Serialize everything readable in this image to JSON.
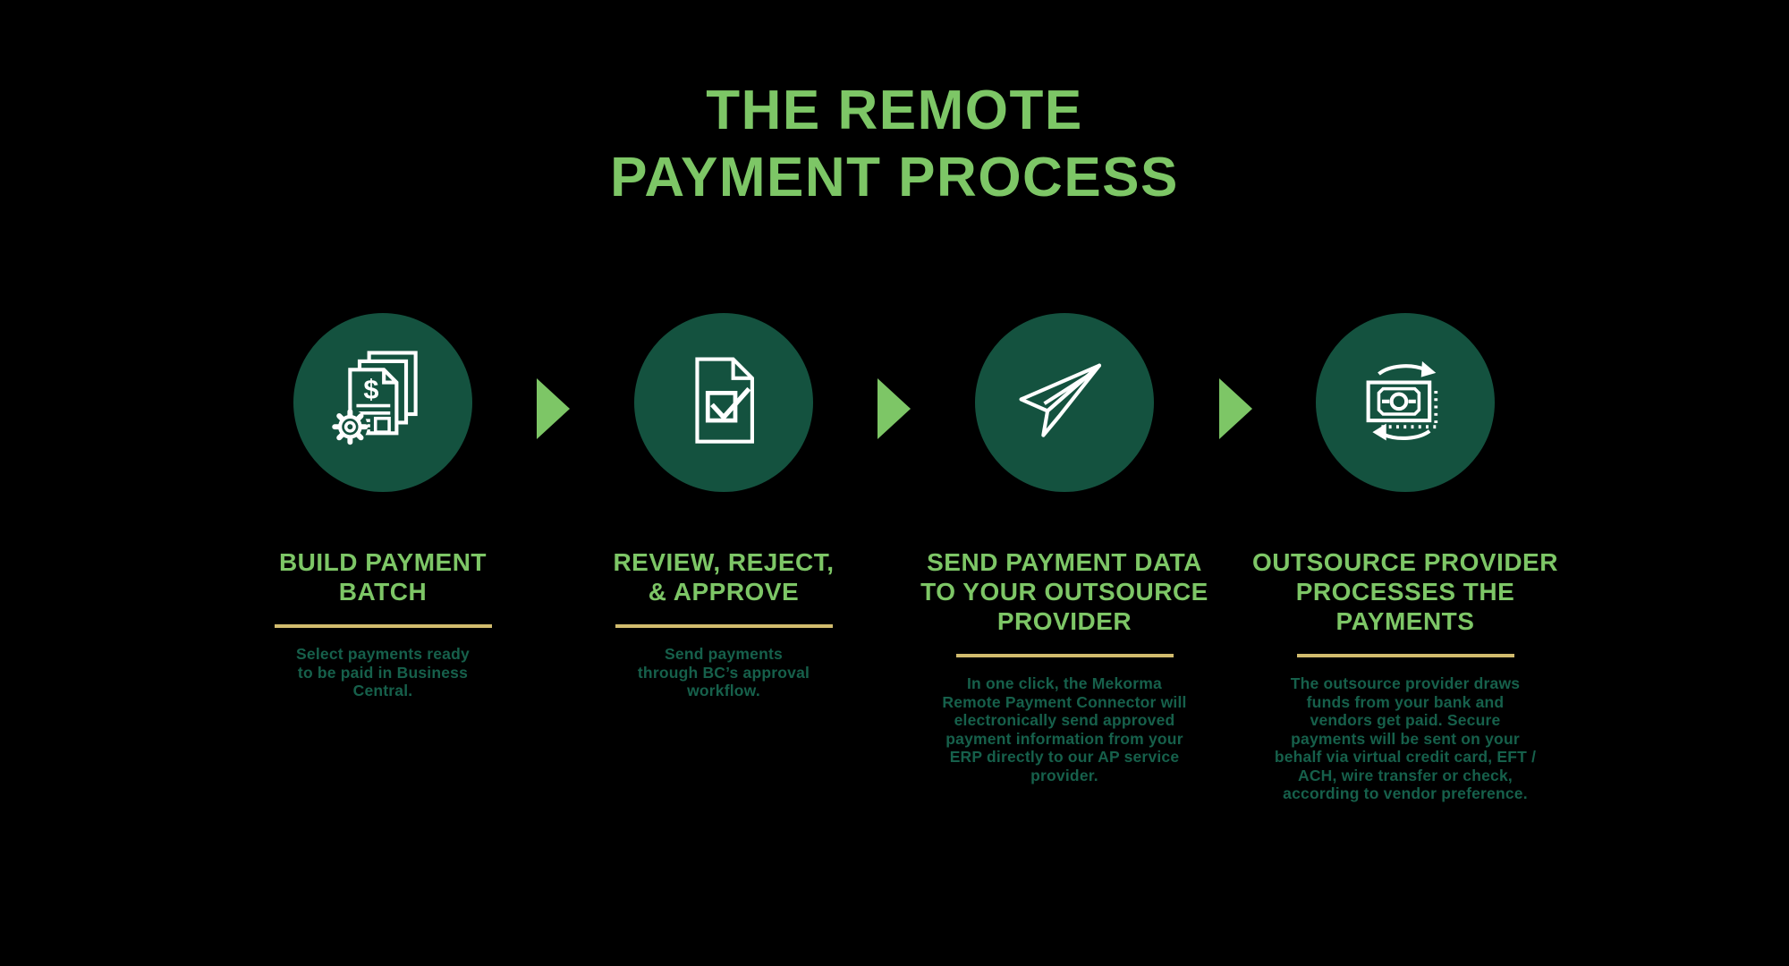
{
  "title": "THE REMOTE\nPAYMENT PROCESS",
  "colors": {
    "background": "#000000",
    "accent_green": "#7DC666",
    "circle_green": "#14523F",
    "body_text_green": "#16604B",
    "divider_gold": "#D2BC6E",
    "icon_stroke": "#FFFFFF"
  },
  "steps": [
    {
      "icon": "payment-batch-documents-icon",
      "heading": "BUILD PAYMENT\nBATCH",
      "description": "Select payments ready\nto be paid in Business\nCentral."
    },
    {
      "icon": "document-checkmark-icon",
      "heading": "REVIEW, REJECT,\n& APPROVE",
      "description": "Send payments\nthrough BC’s approval\nworkflow."
    },
    {
      "icon": "paper-plane-icon",
      "heading": "SEND PAYMENT DATA\nTO YOUR OUTSOURCE\nPROVIDER",
      "description": "In one click, the Mekorma\nRemote Payment Connector will\nelectronically send approved\npayment information from your\nERP directly to our AP service\nprovider."
    },
    {
      "icon": "money-cycle-icon",
      "heading": "OUTSOURCE PROVIDER\nPROCESSES THE\nPAYMENTS",
      "description": "The outsource provider draws\nfunds from your bank and\nvendors get paid. Secure\npayments will be sent on your\nbehalf via virtual credit card, EFT /\nACH, wire transfer or check,\naccording to vendor preference."
    }
  ]
}
